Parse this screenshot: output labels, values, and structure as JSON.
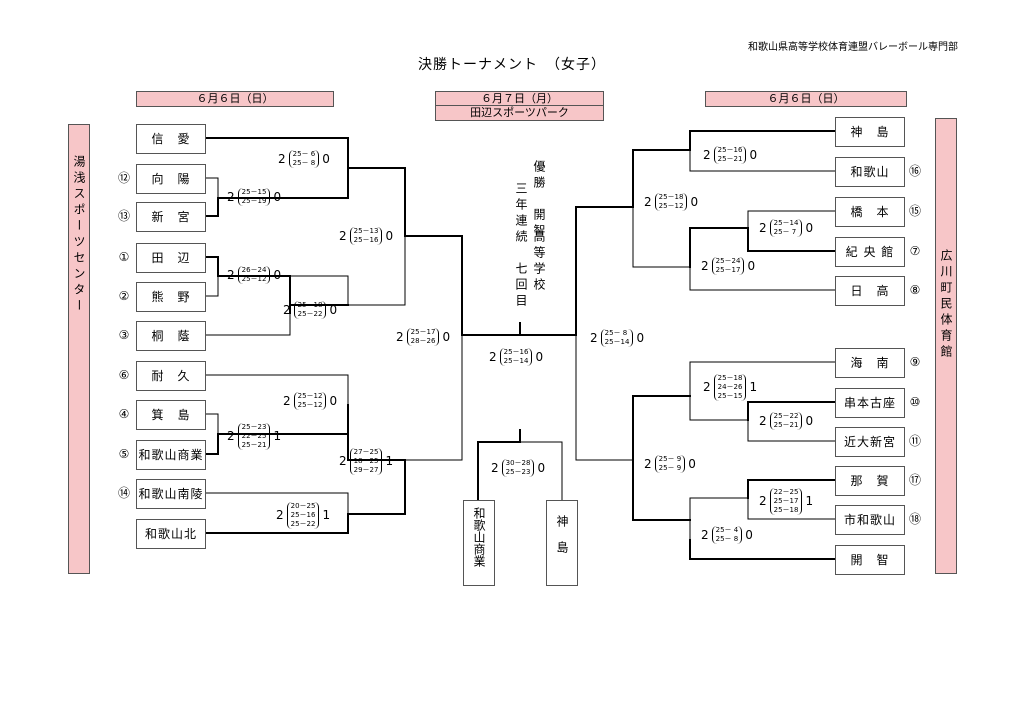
{
  "header": {
    "org": "和歌山県高等学校体育連盟バレーボール専門部",
    "title": "決勝トーナメント　（女子）"
  },
  "dates": {
    "left": "６月６日（日）",
    "center": "６月７日（月）",
    "center_venue": "田辺スポーツパーク",
    "right": "６月６日（日）"
  },
  "venues": {
    "left": "湯浅スポーツセンター",
    "right": "広川町民体育館"
  },
  "champion": {
    "col1": "優勝　開智",
    "col2": "三年連続　七回目",
    "col3": "高等学校"
  },
  "final_teams": {
    "left": "和歌山商業",
    "right": "神島"
  },
  "left_teams": [
    {
      "seed": "",
      "name": "信　愛"
    },
    {
      "seed": "⑫",
      "name": "向　陽"
    },
    {
      "seed": "⑬",
      "name": "新　宮"
    },
    {
      "seed": "①",
      "name": "田　辺"
    },
    {
      "seed": "②",
      "name": "熊　野"
    },
    {
      "seed": "③",
      "name": "桐　蔭"
    },
    {
      "seed": "⑥",
      "name": "耐　久"
    },
    {
      "seed": "④",
      "name": "箕　島"
    },
    {
      "seed": "⑤",
      "name": "和歌山商業"
    },
    {
      "seed": "⑭",
      "name": "和歌山南陵"
    },
    {
      "seed": "",
      "name": "和歌山北"
    }
  ],
  "right_teams": [
    {
      "seed": "",
      "name": "神　島"
    },
    {
      "seed": "⑯",
      "name": "和歌山"
    },
    {
      "seed": "⑮",
      "name": "橋　本"
    },
    {
      "seed": "⑦",
      "name": "紀 央 館"
    },
    {
      "seed": "⑧",
      "name": "日　高"
    },
    {
      "seed": "⑨",
      "name": "海　南"
    },
    {
      "seed": "⑩",
      "name": "串本古座"
    },
    {
      "seed": "⑪",
      "name": "近大新宮"
    },
    {
      "seed": "⑰",
      "name": "那　賀"
    },
    {
      "seed": "⑱",
      "name": "市和歌山"
    },
    {
      "seed": "",
      "name": "開　智"
    }
  ],
  "scores": {
    "L1": {
      "w": "2",
      "sets": [
        "25－ 6",
        "25－ 8"
      ],
      "l": "0"
    },
    "L2": {
      "w": "2",
      "sets": [
        "25－15",
        "25－19"
      ],
      "l": "0"
    },
    "L3": {
      "w": "2",
      "sets": [
        "25－13",
        "25－16"
      ],
      "l": "0"
    },
    "L4": {
      "w": "2",
      "sets": [
        "26－24",
        "25－12"
      ],
      "l": "0"
    },
    "L5": {
      "w": "2",
      "sets": [
        "25－18",
        "25－22"
      ],
      "l": "0"
    },
    "L6": {
      "w": "2",
      "sets": [
        "25－17",
        "28－26"
      ],
      "l": "0"
    },
    "L7": {
      "w": "2",
      "sets": [
        "25－12",
        "25－12"
      ],
      "l": "0"
    },
    "L8": {
      "w": "2",
      "sets": [
        "25－23",
        "22－25",
        "25－21"
      ],
      "l": "1"
    },
    "L9": {
      "w": "2",
      "sets": [
        "27－25",
        "18－25",
        "29－27"
      ],
      "l": "1"
    },
    "L10": {
      "w": "2",
      "sets": [
        "20－25",
        "25－16",
        "25－22"
      ],
      "l": "1"
    },
    "SF_L": {
      "w": "2",
      "sets": [
        "25－16",
        "25－14"
      ],
      "l": "0"
    },
    "FINAL": {
      "w": "2",
      "sets": [
        "30－28",
        "25－23"
      ],
      "l": "0"
    },
    "R1": {
      "w": "2",
      "sets": [
        "25－16",
        "25－21"
      ],
      "l": "0"
    },
    "R2": {
      "w": "2",
      "sets": [
        "25－18",
        "25－12"
      ],
      "l": "0"
    },
    "R3": {
      "w": "2",
      "sets": [
        "25－14",
        "25－ 7"
      ],
      "l": "0"
    },
    "R4": {
      "w": "2",
      "sets": [
        "25－24",
        "25－17"
      ],
      "l": "0"
    },
    "R5": {
      "w": "2",
      "sets": [
        "25－ 8",
        "25－14"
      ],
      "l": "0"
    },
    "R6": {
      "w": "2",
      "sets": [
        "25－18",
        "24－26",
        "25－15"
      ],
      "l": "1"
    },
    "R7": {
      "w": "2",
      "sets": [
        "25－22",
        "25－21"
      ],
      "l": "0"
    },
    "R8": {
      "w": "2",
      "sets": [
        "25－ 9",
        "25－ 9"
      ],
      "l": "0"
    },
    "R9": {
      "w": "2",
      "sets": [
        "22－25",
        "25－17",
        "25－18"
      ],
      "l": "1"
    },
    "R10": {
      "w": "2",
      "sets": [
        "25－ 4",
        "25－ 8"
      ],
      "l": "0"
    }
  }
}
